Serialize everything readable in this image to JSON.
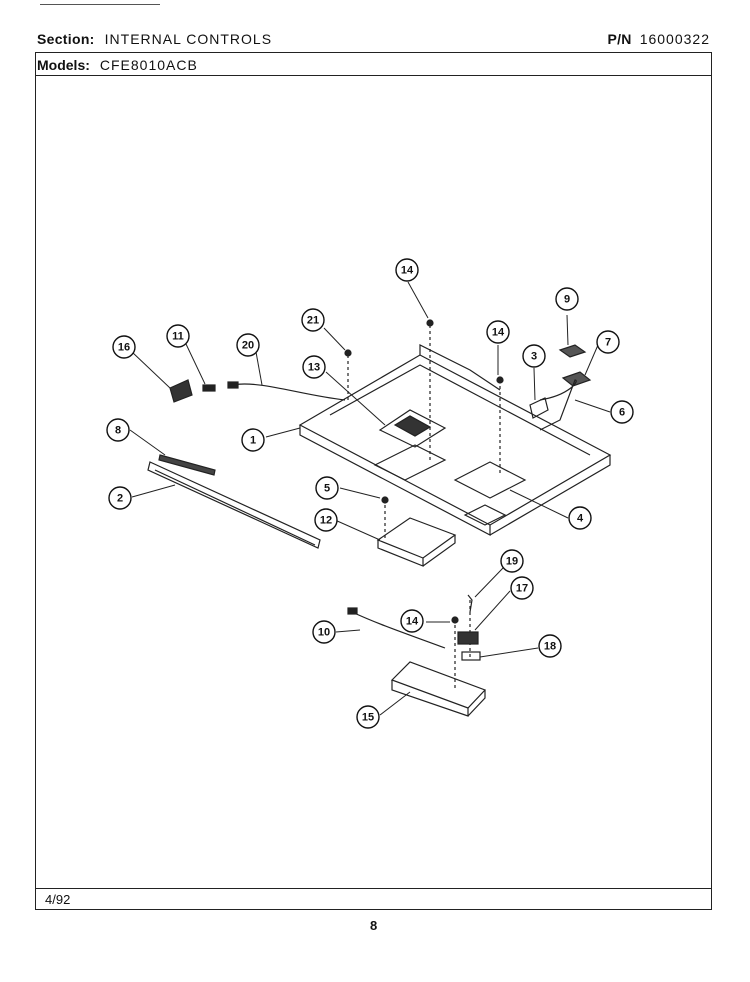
{
  "header": {
    "section_label": "Section:",
    "section_value": "INTERNAL CONTROLS",
    "pn_label": "P/N",
    "pn_value": "16000322",
    "models_label": "Models:",
    "models_value": "CFE8010ACB"
  },
  "footer": {
    "date": "4/92",
    "page_number": "8"
  },
  "callouts": [
    {
      "label": "1"
    },
    {
      "label": "2"
    },
    {
      "label": "3"
    },
    {
      "label": "4"
    },
    {
      "label": "5"
    },
    {
      "label": "6"
    },
    {
      "label": "7"
    },
    {
      "label": "8"
    },
    {
      "label": "9"
    },
    {
      "label": "10"
    },
    {
      "label": "11"
    },
    {
      "label": "12"
    },
    {
      "label": "13"
    },
    {
      "label": "14"
    },
    {
      "label": "14"
    },
    {
      "label": "14"
    },
    {
      "label": "15"
    },
    {
      "label": "16"
    },
    {
      "label": "17"
    },
    {
      "label": "18"
    },
    {
      "label": "19"
    },
    {
      "label": "20"
    },
    {
      "label": "21"
    }
  ]
}
